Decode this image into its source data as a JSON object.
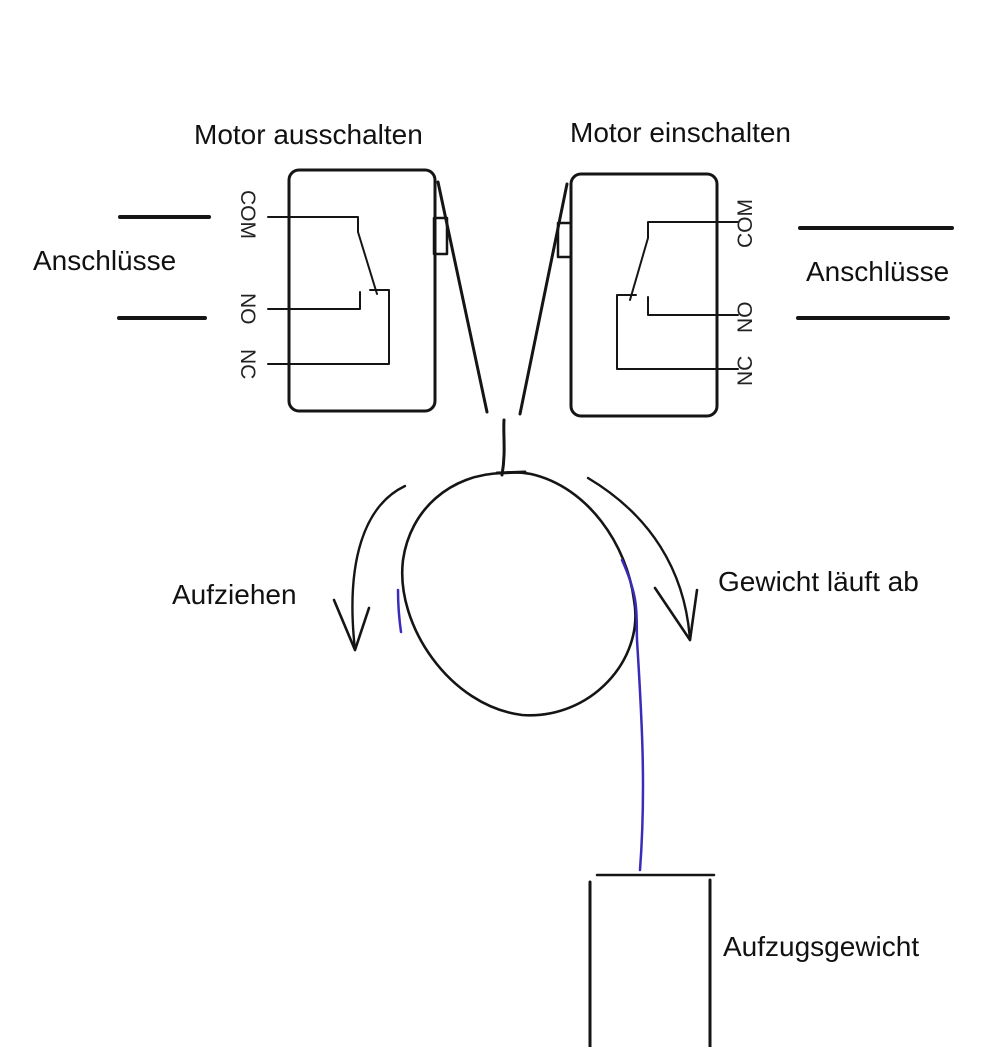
{
  "switches": {
    "left": {
      "title": "Motor ausschalten",
      "terminals_label": "Anschlüsse",
      "pins": {
        "com": "COM",
        "no": "NO",
        "nc": "NC"
      }
    },
    "right": {
      "title": "Motor einschalten",
      "terminals_label": "Anschlüsse",
      "pins": {
        "com": "COM",
        "no": "NO",
        "nc": "NC"
      }
    }
  },
  "drum": {
    "left_arrow_label": "Aufziehen",
    "right_arrow_label": "Gewicht läuft ab"
  },
  "weight": {
    "label": "Aufzugsgewicht"
  },
  "colors": {
    "ink": "#151515",
    "rope": "#3a2bb8"
  }
}
